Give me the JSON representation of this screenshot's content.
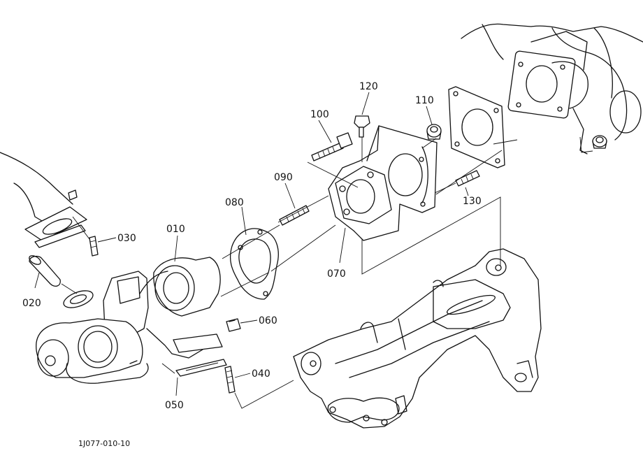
{
  "callouts": [
    {
      "id": "010",
      "label": "010"
    },
    {
      "id": "020",
      "label": "020"
    },
    {
      "id": "030",
      "label": "030"
    },
    {
      "id": "040",
      "label": "040"
    },
    {
      "id": "050",
      "label": "050"
    },
    {
      "id": "060",
      "label": "060"
    },
    {
      "id": "070",
      "label": "070"
    },
    {
      "id": "080",
      "label": "080"
    },
    {
      "id": "090",
      "label": "090"
    },
    {
      "id": "100",
      "label": "100"
    },
    {
      "id": "110",
      "label": "110"
    },
    {
      "id": "120",
      "label": "120"
    },
    {
      "id": "130",
      "label": "130"
    }
  ],
  "drawing_code": "1J077-010-10",
  "line_color": "#111111"
}
